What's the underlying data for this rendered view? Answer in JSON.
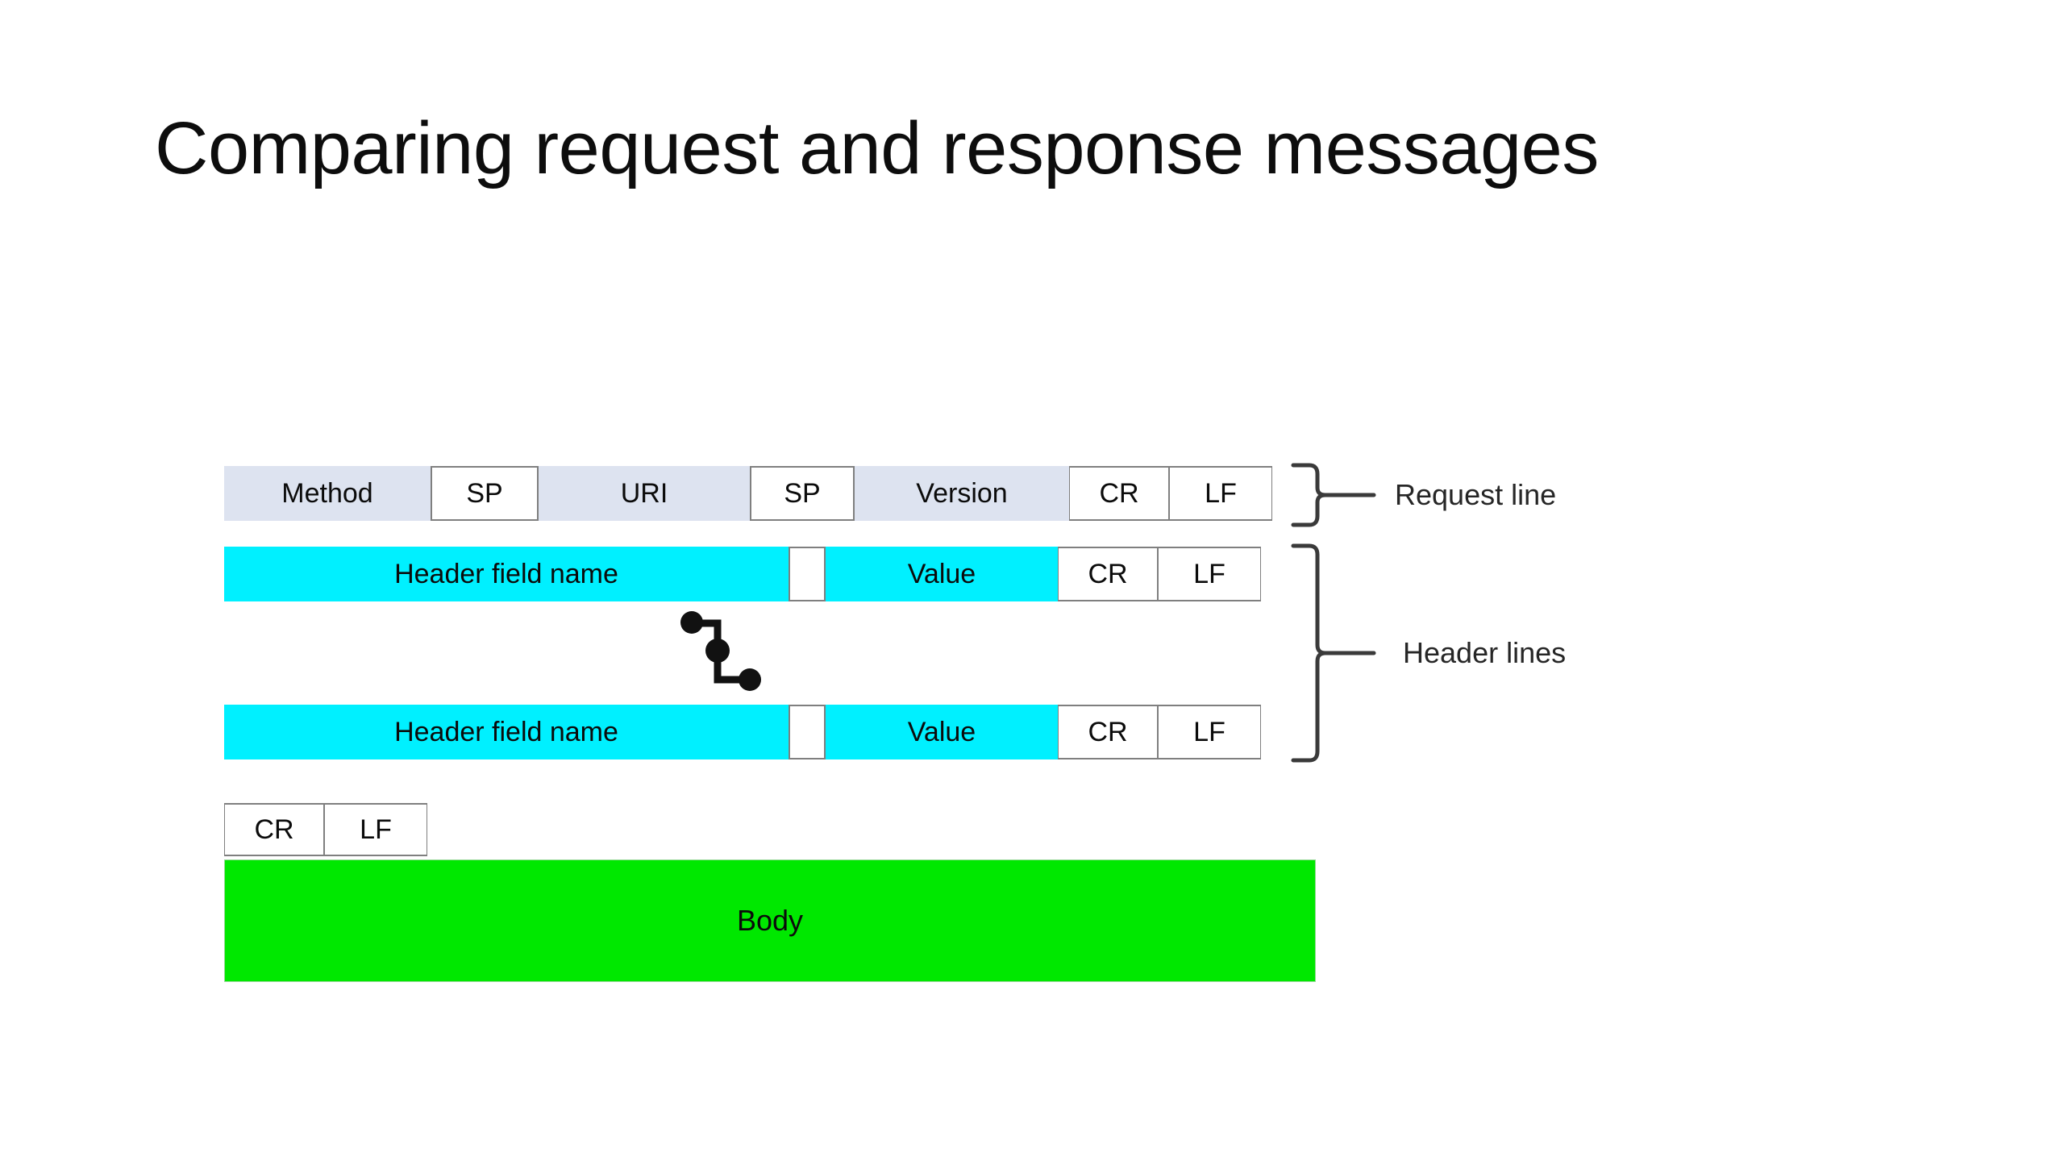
{
  "slide": {
    "title": "Comparing request and response messages",
    "background_color": "#ffffff"
  },
  "colors": {
    "request_line_fill": "#dde3f0",
    "header_line_fill": "#00f0ff",
    "body_fill": "#00e800",
    "control_cell_fill": "#ffffff",
    "control_cell_border": "#7f7f7f",
    "text": "#0b0b0b",
    "label_text": "#262626",
    "brace_stroke": "#3a3a3a"
  },
  "diagram": {
    "rows": [
      {
        "name": "request-line",
        "cells": [
          {
            "label": "Method",
            "style": "shade"
          },
          {
            "label": "SP",
            "style": "box"
          },
          {
            "label": "URI",
            "style": "shade"
          },
          {
            "label": "SP",
            "style": "box"
          },
          {
            "label": "Version",
            "style": "shade"
          },
          {
            "label": "CR",
            "style": "box"
          },
          {
            "label": "LF",
            "style": "box"
          }
        ]
      },
      {
        "name": "header-line-1",
        "cells": [
          {
            "label": "Header field name",
            "style": "cyan"
          },
          {
            "label": "",
            "style": "box"
          },
          {
            "label": "Value",
            "style": "cyan"
          },
          {
            "label": "CR",
            "style": "box"
          },
          {
            "label": "LF",
            "style": "box"
          }
        ]
      },
      {
        "name": "header-line-2",
        "cells": [
          {
            "label": "Header field name",
            "style": "cyan"
          },
          {
            "label": "",
            "style": "box"
          },
          {
            "label": "Value",
            "style": "cyan"
          },
          {
            "label": "CR",
            "style": "box"
          },
          {
            "label": "LF",
            "style": "box"
          }
        ]
      },
      {
        "name": "blank-line",
        "cells": [
          {
            "label": "CR",
            "style": "box"
          },
          {
            "label": "LF",
            "style": "box"
          }
        ]
      }
    ],
    "body": {
      "label": "Body"
    },
    "ellipsis": {
      "name": "vertical-ellipsis",
      "dots": 3
    },
    "braces": [
      {
        "name": "request-line-brace",
        "label": "Request line"
      },
      {
        "name": "header-lines-brace",
        "label": "Header lines"
      }
    ]
  }
}
